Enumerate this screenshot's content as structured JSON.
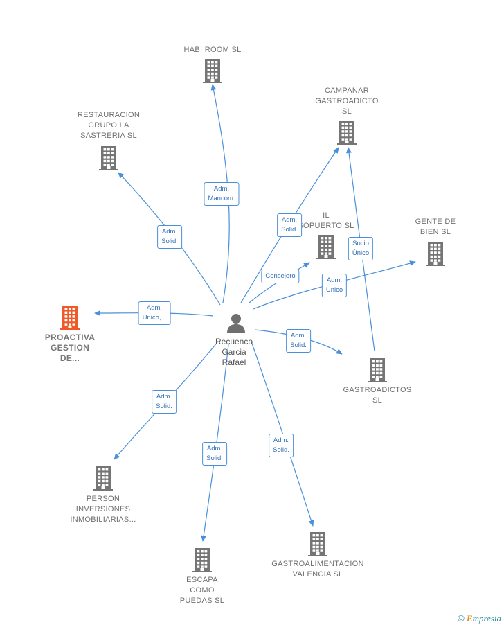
{
  "center": {
    "label": "Recuenco\nGarcia\nRafael",
    "icon": "person-icon"
  },
  "colors": {
    "edge": "#4a90d9",
    "building": "#757575",
    "focus": "#f05a28"
  },
  "nodes": [
    {
      "id": "habi",
      "label": "HABI ROOM  SL",
      "icon": "building-icon"
    },
    {
      "id": "campanar",
      "label": "CAMPANAR\nGASTROADICTO\nSL",
      "icon": "building-icon"
    },
    {
      "id": "restauracion",
      "label": "RESTAURACION\nGRUPO LA\nSASTRERIA  SL",
      "icon": "building-icon"
    },
    {
      "id": "sopuerto",
      "label": "IL\nSOPUERTO SL",
      "icon": "building-icon"
    },
    {
      "id": "gente",
      "label": "GENTE DE\nBIEN  SL",
      "icon": "building-icon"
    },
    {
      "id": "proactiva",
      "label": "PROACTIVA\nGESTION\nDE...",
      "icon": "building-icon",
      "focus": true
    },
    {
      "id": "gastroadictos",
      "label": "GASTROADICTOS\nSL",
      "icon": "building-icon"
    },
    {
      "id": "person",
      "label": "PERSON\nINVERSIONES\nINMOBILIARIAS...",
      "icon": "building-icon"
    },
    {
      "id": "escapa",
      "label": "ESCAPA\nCOMO\nPUEDAS  SL",
      "icon": "building-icon"
    },
    {
      "id": "gastroalimentacion",
      "label": "GASTROALIMENTACION\nVALENCIA  SL",
      "icon": "building-icon"
    }
  ],
  "edges": [
    {
      "to": "habi",
      "label": "Adm.\nMancom."
    },
    {
      "to": "campanar",
      "label": "Adm.\nSolid."
    },
    {
      "to": "restauracion",
      "label": "Adm.\nSolid."
    },
    {
      "to": "sopuerto",
      "label": "Consejero"
    },
    {
      "to": "gente",
      "label": "Adm.\nUnico"
    },
    {
      "to": "proactiva",
      "label": "Adm.\nUnico,..."
    },
    {
      "to": "gastroadictos",
      "label": "Adm.\nSolid."
    },
    {
      "to": "person",
      "label": "Adm.\nSolid."
    },
    {
      "to": "escapa",
      "label": "Adm.\nSolid."
    },
    {
      "to": "gastroalimentacion",
      "label": "Adm.\nSolid."
    },
    {
      "from": "gastroadictos",
      "to": "campanar",
      "label": "Socio\nÚnico"
    }
  ],
  "footer": {
    "copyright": "©",
    "brand_initial": "E",
    "brand_rest": "mpresia"
  }
}
